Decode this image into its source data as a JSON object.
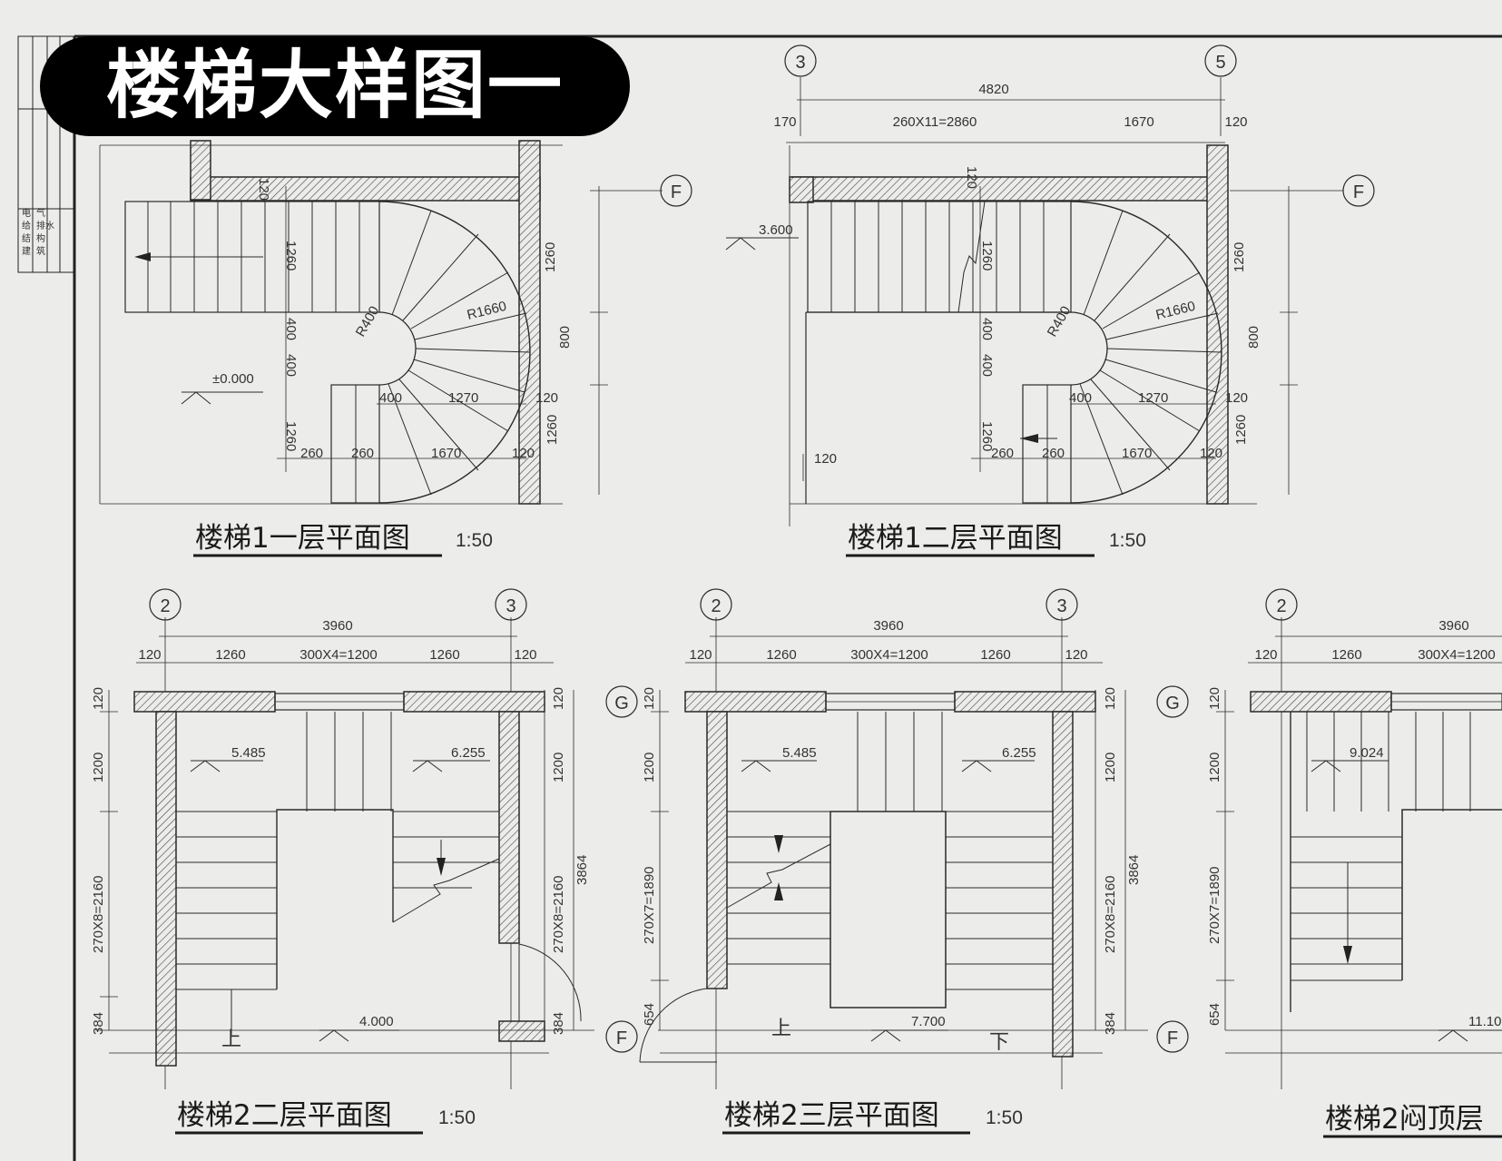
{
  "header": {
    "title": "楼梯大样图一"
  },
  "colors": {
    "paper": "#ececea",
    "ink": "#2a2a2a",
    "title_bg": "#000000",
    "title_fg": "#ffffff"
  },
  "title_block": {
    "rows": [
      "建",
      "结",
      "给",
      "电"
    ],
    "rows2": [
      "筑",
      "构",
      "排水",
      "气"
    ]
  },
  "grid_bubbles": [
    "F",
    "3",
    "5",
    "2",
    "G"
  ],
  "plans": [
    {
      "id": "stair1-floor1",
      "title": "楼梯1一层平面图",
      "scale": "1:50",
      "dims": [
        "120",
        "1260",
        "400",
        "400",
        "1260",
        "400",
        "1270",
        "260",
        "260",
        "1670",
        "120",
        "120",
        "1260",
        "800",
        "1260",
        "R1660",
        "R400"
      ],
      "level": "±0.000"
    },
    {
      "id": "stair1-floor2",
      "title": "楼梯1二层平面图",
      "scale": "1:50",
      "top_total": "4820",
      "top_dims": [
        "170",
        "260X11=2860",
        "1670",
        "120"
      ],
      "dims": [
        "120",
        "1260",
        "400",
        "400",
        "1260",
        "400",
        "1270",
        "260",
        "260",
        "1670",
        "120",
        "120",
        "1260",
        "800",
        "1260",
        "R1660",
        "R400",
        "120"
      ],
      "level": "3.600"
    },
    {
      "id": "stair2-floor2",
      "title": "楼梯2二层平面图",
      "scale": "1:50",
      "top_total": "3960",
      "top_dims": [
        "120",
        "1260",
        "300X4=1200",
        "1260",
        "120"
      ],
      "left_dims": [
        "120",
        "1200",
        "270X8=2160",
        "384"
      ],
      "right_dims": [
        "120",
        "1200",
        "270X8=2160",
        "384",
        "3864"
      ],
      "levels": [
        "5.485",
        "6.255",
        "4.000"
      ],
      "up_label": "上"
    },
    {
      "id": "stair2-floor3",
      "title": "楼梯2三层平面图",
      "scale": "1:50",
      "top_total": "3960",
      "top_dims": [
        "120",
        "1260",
        "300X4=1200",
        "1260",
        "120"
      ],
      "left_dims": [
        "120",
        "1200",
        "270X7=1890",
        "654"
      ],
      "right_dims": [
        "120",
        "1200",
        "270X8=2160",
        "384",
        "3864"
      ],
      "levels": [
        "5.485",
        "6.255",
        "7.700"
      ],
      "up_label": "上",
      "down_label": "下"
    },
    {
      "id": "stair2-attic",
      "title": "楼梯2闷顶层",
      "scale": "",
      "top_total": "3960",
      "top_dims": [
        "120",
        "1260",
        "300X4=1200"
      ],
      "left_dims": [
        "120",
        "1200",
        "270X7=1890",
        "654"
      ],
      "levels": [
        "9.024",
        "11.10"
      ]
    }
  ]
}
